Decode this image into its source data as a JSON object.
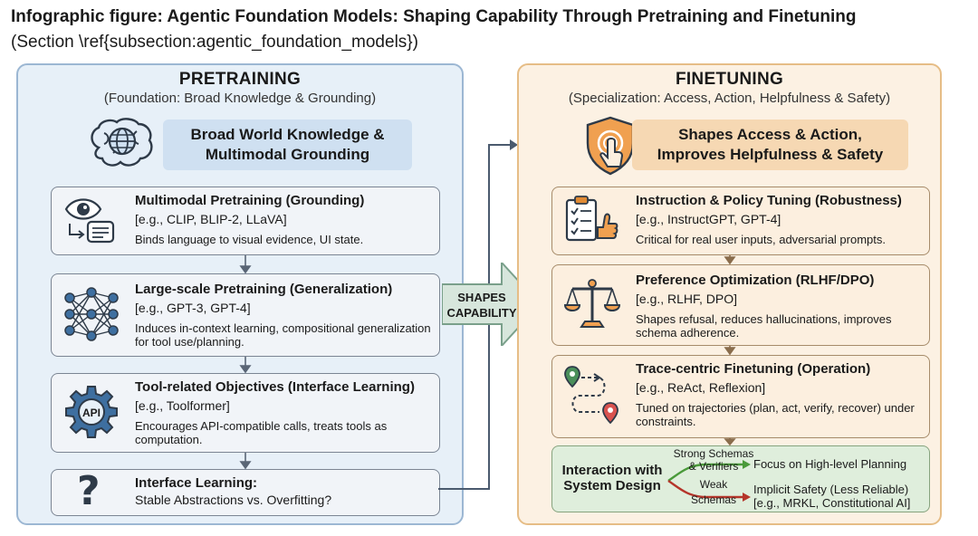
{
  "header": {
    "title": "Infographic figure: Agentic Foundation Models: Shaping Capability Through Pretraining and Finetuning",
    "subtitle": "(Section \\ref{subsection:agentic_foundation_models})"
  },
  "center_arrow": {
    "label": "SHAPES CAPABILITY"
  },
  "pretraining": {
    "heading": "PRETRAINING",
    "subheading": "(Foundation: Broad Knowledge & Grounding)",
    "hero_line1": "Broad World Knowledge &",
    "hero_line2": "Multimodal Grounding",
    "boxes": [
      {
        "title": "Multimodal Pretraining (Grounding)",
        "examples": "[e.g., CLIP, BLIP-2, LLaVA]",
        "description": "Binds language to visual evidence, UI state.",
        "icon": "eye-chat-icon"
      },
      {
        "title": "Large-scale Pretraining (Generalization)",
        "examples": "[e.g., GPT-3, GPT-4]",
        "description": "Induces in-context learning, compositional generalization for tool use/planning.",
        "icon": "neural-network-icon"
      },
      {
        "title": "Tool-related Objectives (Interface Learning)",
        "examples": "[e.g., Toolformer]",
        "description": "Encourages API-compatible calls, treats tools as computation.",
        "icon": "gear-api-icon",
        "icon_text": "API"
      },
      {
        "title": "Interface Learning:",
        "description": "Stable Abstractions vs. Overfitting?",
        "icon": "question-mark-icon",
        "icon_text": "?"
      }
    ]
  },
  "finetuning": {
    "heading": "FINETUNING",
    "subheading": "(Specialization: Access, Action, Helpfulness & Safety)",
    "hero_line1": "Shapes Access & Action,",
    "hero_line2": "Improves Helpfulness & Safety",
    "boxes": [
      {
        "title": "Instruction & Policy Tuning (Robustness)",
        "examples": "[e.g., InstructGPT, GPT-4]",
        "description": "Critical for real user inputs, adversarial prompts.",
        "icon": "checklist-thumbs-up-icon"
      },
      {
        "title": "Preference Optimization (RLHF/DPO)",
        "examples": "[e.g., RLHF, DPO]",
        "description": "Shapes refusal, reduces hallucinations, improves schema adherence.",
        "icon": "balance-scale-icon"
      },
      {
        "title": "Trace-centric Finetuning (Operation)",
        "examples": "[e.g., ReAct, Reflexion]",
        "description": "Tuned on trajectories (plan, act, verify, recover) under constraints.",
        "icon": "route-map-icon"
      }
    ],
    "interaction": {
      "title_line1": "Interaction with",
      "title_line2": "System Design",
      "strong_line1": "Strong Schemas",
      "strong_line2": "& Verifiers",
      "weak_line1": "Weak",
      "weak_line2": "Schemas",
      "strong_outcome": "Focus on High-level Planning",
      "weak_outcome_line1": "Implicit Safety (Less Reliable)",
      "weak_outcome_line2": "[e.g., MRKL, Constitutional AI]",
      "strong_color": "#4a9a3a",
      "weak_color": "#b5352a"
    }
  },
  "colors": {
    "left_panel": "#e7f0f8",
    "right_panel": "#fcf1e3",
    "accent_blue": "#3e6fa0",
    "accent_orange": "#e08a34"
  }
}
